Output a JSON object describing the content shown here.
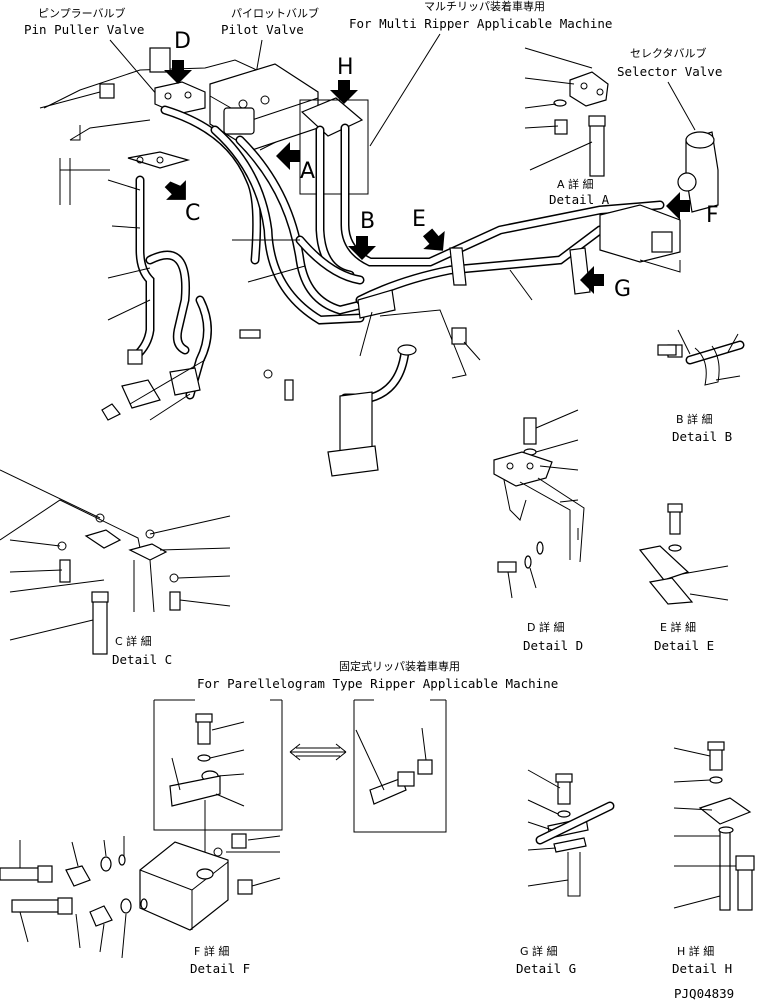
{
  "labels": {
    "pin_puller_jp": "ピンプラーバルブ",
    "pin_puller_en": "Pin Puller Valve",
    "pilot_jp": "パイロットバルブ",
    "pilot_en": "Pilot Valve",
    "multi_jp": "マルチリッパ装着車専用",
    "multi_en": "For Multi Ripper Applicable Machine",
    "selector_jp": "セレクタバルブ",
    "selector_en": "Selector Valve",
    "parallel_jp": "固定式リッパ装着車専用",
    "parallel_en": "For Parellelogram Type Ripper Applicable Machine",
    "doc_code": "PJQ04839"
  },
  "view_letters": [
    "D",
    "H",
    "A",
    "C",
    "B",
    "E",
    "F",
    "G"
  ],
  "details": [
    {
      "id": "A",
      "jp": "A 詳 細",
      "en": "Detail A"
    },
    {
      "id": "B",
      "jp": "B 詳 細",
      "en": "Detail B"
    },
    {
      "id": "C",
      "jp": "C 詳 細",
      "en": "Detail C"
    },
    {
      "id": "D",
      "jp": "D 詳 細",
      "en": "Detail D"
    },
    {
      "id": "E",
      "jp": "E 詳 細",
      "en": "Detail E"
    },
    {
      "id": "F",
      "jp": "F 詳 細",
      "en": "Detail F"
    },
    {
      "id": "G",
      "jp": "G 詳 細",
      "en": "Detail G"
    },
    {
      "id": "H",
      "jp": "H 詳 細",
      "en": "Detail H"
    }
  ]
}
